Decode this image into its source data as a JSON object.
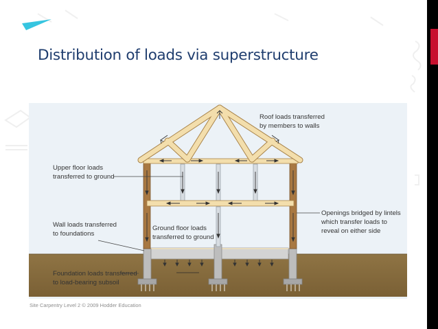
{
  "title": "Distribution of loads via superstructure",
  "labels": {
    "roof": [
      "Roof loads transferred",
      "by members to walls"
    ],
    "upper_floor": [
      "Upper floor loads",
      "transferred to ground"
    ],
    "wall": [
      "Wall loads transferred",
      "to foundations"
    ],
    "ground_floor": [
      "Ground floor loads",
      "transferred to ground"
    ],
    "openings": [
      "Openings bridged by lintels",
      "which transfer loads to",
      "reveal on either side"
    ],
    "foundation": [
      "Foundation loads transferred",
      "to load-bearing subsoil"
    ]
  },
  "credit": "Site Carpentry Level 2 © 2009 Hodder Education",
  "colors": {
    "title": "#1f3d6e",
    "timber": "#f3deac",
    "timber_edge": "#a9844a",
    "ground": "#8a6f3f",
    "panel": "#ecf2f7",
    "concrete": "#b3b3b3",
    "sidebar": "#000000",
    "accent": "#c8102e"
  }
}
